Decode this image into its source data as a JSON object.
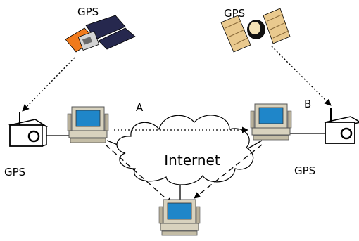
{
  "labels": {
    "gps_satellite_left": "GPS",
    "gps_satellite_right": "GPS",
    "gps_receiver_left": "GPS",
    "gps_receiver_right": "GPS",
    "node_a": "A",
    "node_b": "B",
    "internet": "Internet"
  },
  "colors": {
    "cloud_fill": "#ffffff",
    "screen": "#1f86c9",
    "computer_body": "#d8d2be",
    "satellite_left_panel": "#26284e",
    "satellite_left_body": "#f07a1c",
    "satellite_right_panel": "#e9c98e",
    "satellite_right_body": "#111111"
  }
}
